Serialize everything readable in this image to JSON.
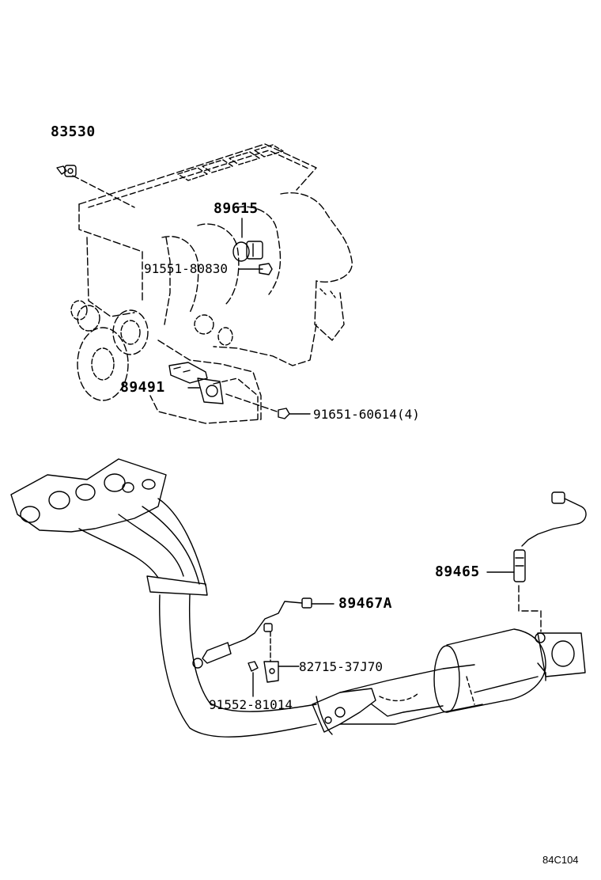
{
  "parts": {
    "p83530": "83530",
    "p89615": "89615",
    "p91551": "91551-80830",
    "p89491": "89491",
    "p91651": "91651-60614(4)",
    "p89465": "89465",
    "p89467a": "89467A",
    "p82715": "82715-37J70",
    "p91552": "91552-81014"
  },
  "diagram_code": "84C104",
  "colors": {
    "line": "#000000",
    "background": "#ffffff"
  }
}
